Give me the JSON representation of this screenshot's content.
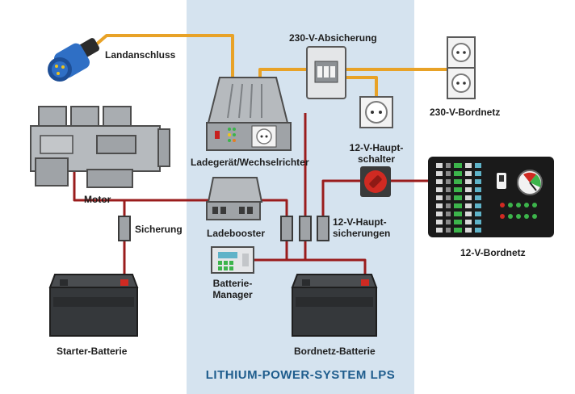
{
  "diagram": {
    "title": "LITHIUM-POWER-SYSTEM LPS",
    "labels": {
      "landanschluss": "Landanschluss",
      "absicherung_230v": "230-V-Absicherung",
      "bordnetz_230v": "230-V-Bordnetz",
      "ladegeraet": "Ladegerät/Wechselrichter",
      "hauptschalter_12v_line1": "12-V-Haupt-",
      "hauptschalter_12v_line2": "schalter",
      "motor": "Motor",
      "sicherung": "Sicherung",
      "ladebooster": "Ladebooster",
      "hauptsicherungen_line1": "12-V-Haupt-",
      "hauptsicherungen_line2": "sicherungen",
      "bordnetz_12v": "12-V-Bordnetz",
      "batteriemanager_line1": "Batterie-",
      "batteriemanager_line2": "Manager",
      "starter_batterie": "Starter-Batterie",
      "bordnetz_batterie": "Bordnetz-Batterie"
    }
  },
  "colors": {
    "panel_bg": "#d5e3ef",
    "wire_230v": "#e8a227",
    "wire_12v": "#9a1c1c",
    "title": "#1f5d8d",
    "device_gray": "#a9adb1"
  }
}
